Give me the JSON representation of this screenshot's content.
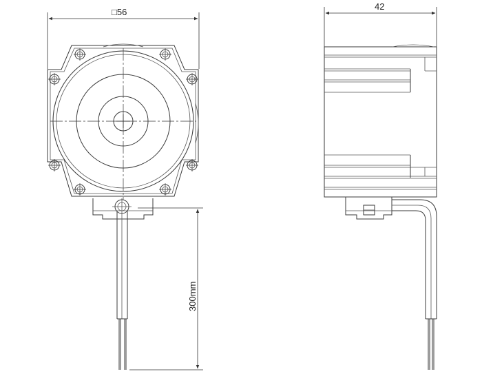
{
  "front_view": {
    "width_label_symbol": "□",
    "width_label_value": "56",
    "lead_length_label": "300mm"
  },
  "side_view": {
    "depth_label": "42"
  }
}
